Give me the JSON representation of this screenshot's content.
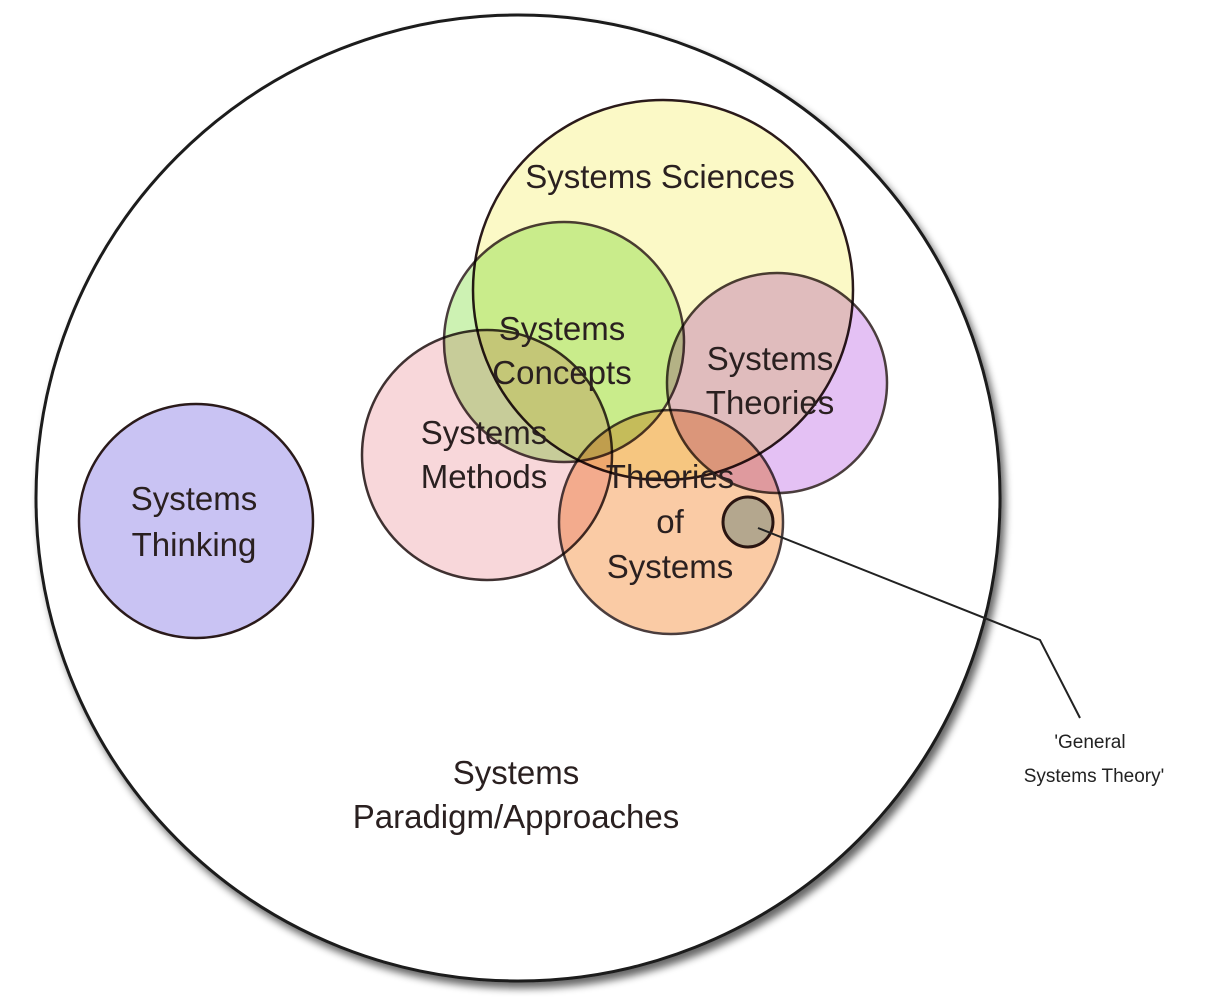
{
  "diagram": {
    "outer": {
      "label_lines": [
        "Systems",
        "Paradigm/Approaches"
      ]
    },
    "sets": [
      {
        "id": "thinking",
        "label_lines": [
          "Systems",
          "Thinking"
        ],
        "color": "#c9c3f3"
      },
      {
        "id": "sciences",
        "label_lines": [
          "Systems Sciences"
        ],
        "color": "#fbf9c6"
      },
      {
        "id": "methods",
        "label_lines": [
          "Systems",
          "Methods"
        ],
        "color": "#f8d3d6"
      },
      {
        "id": "concepts",
        "label_lines": [
          "Systems",
          "Concepts"
        ],
        "color": "#c4f0a6"
      },
      {
        "id": "theories",
        "label_lines": [
          "Systems",
          "Theories"
        ],
        "color": "#dfb6f3"
      },
      {
        "id": "theories_of",
        "label_lines": [
          "Theories",
          "of",
          "Systems"
        ],
        "color": "#f9c295"
      },
      {
        "id": "gst",
        "label_lines": [],
        "color": "#b8d2dc"
      }
    ],
    "callout": {
      "label_lines": [
        "'General",
        "Systems Theory'"
      ]
    }
  }
}
